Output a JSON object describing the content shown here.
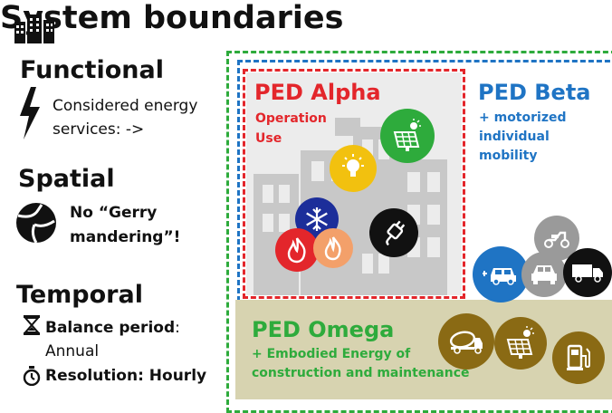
{
  "title": "System boundaries",
  "functional": {
    "heading": "Functional",
    "text_line1": "Considered energy",
    "text_line2": "services: ->"
  },
  "spatial": {
    "heading": "Spatial",
    "text_line1": "No “Gerry",
    "text_line2": "mandering”!"
  },
  "temporal": {
    "heading": "Temporal",
    "balance_bold": "Balance period",
    "balance_rest": ":",
    "balance_value": "Annual",
    "resolution": "Resolution: Hourly"
  },
  "ped_alpha": {
    "title": "PED Alpha",
    "line1": "Operation",
    "line2": "Use"
  },
  "ped_beta": {
    "title": "PED Beta",
    "line1": "+ motorized",
    "line2": "individual",
    "line3": "mobility"
  },
  "ped_omega": {
    "title": "PED Omega",
    "line1": "+ Embodied Energy of",
    "line2": "construction and maintenance"
  },
  "colors": {
    "alpha_red": "#e3262b",
    "beta_blue": "#1f74c4",
    "omega_green": "#2eab3c",
    "omega_bg": "#d7d3b0",
    "building_gray": "#c8c8c8"
  }
}
